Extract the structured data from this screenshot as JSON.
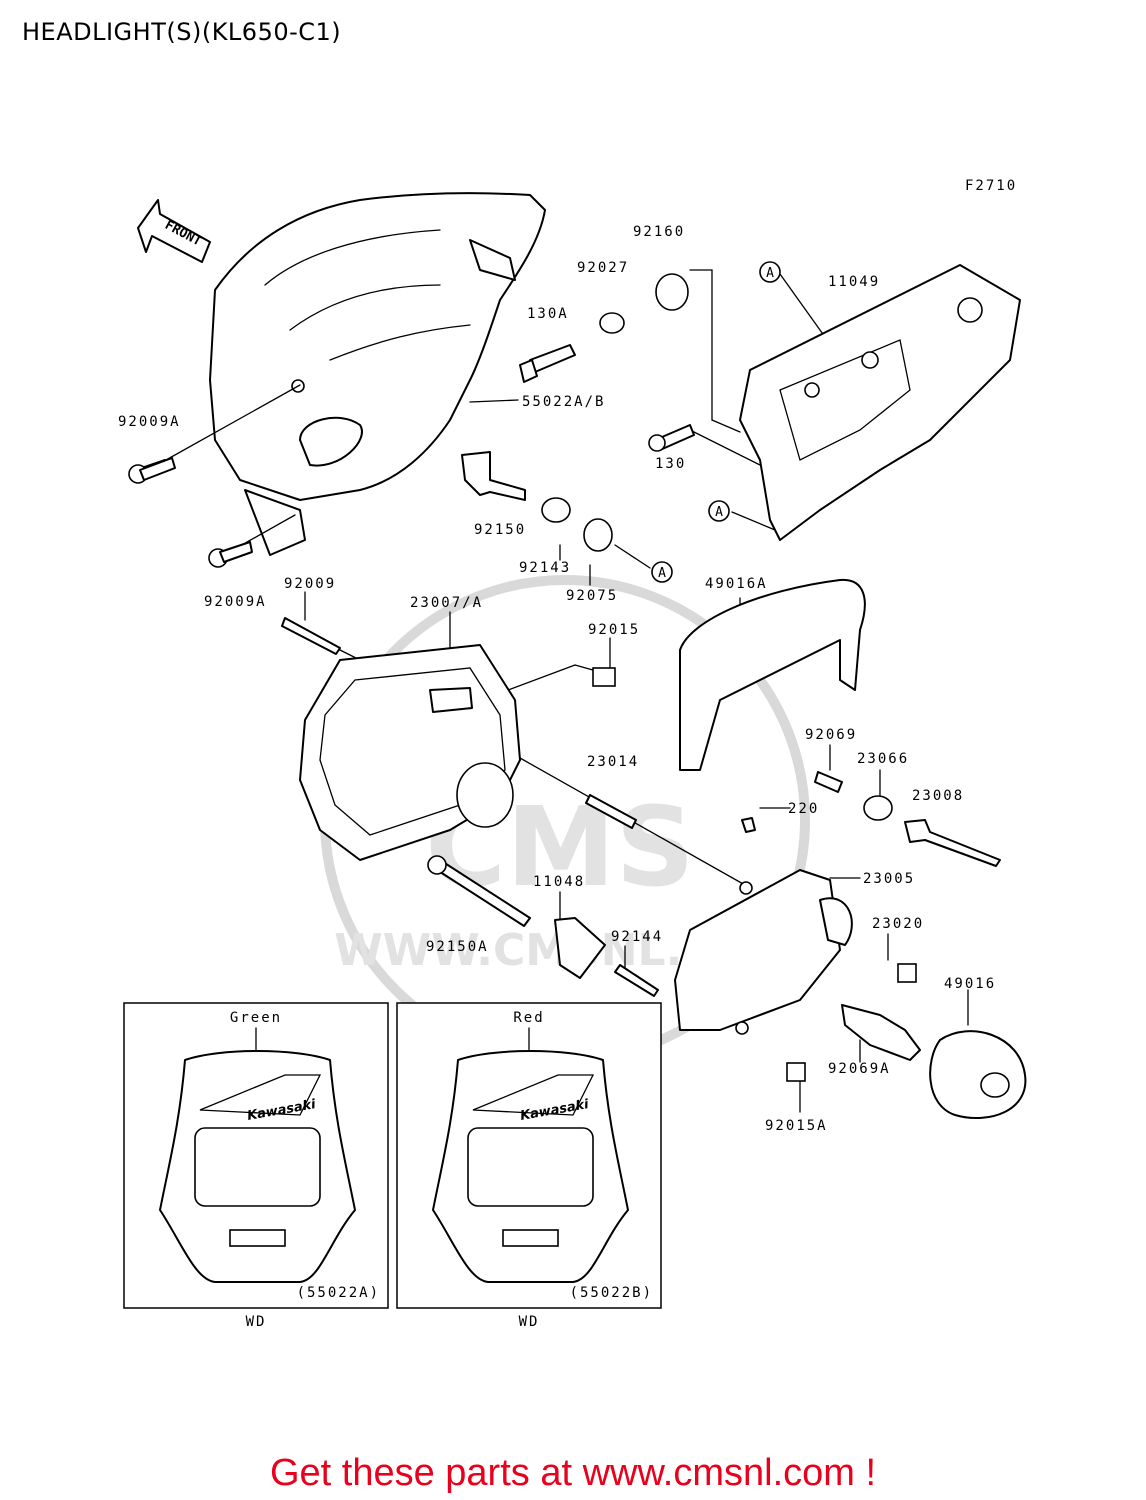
{
  "title": "HEADLIGHT(S)(KL650-C1)",
  "figure_code": "F2710",
  "front_arrow_label": "FRONT",
  "ref_marker": "A",
  "part_labels": {
    "p92160": "92160",
    "p92027": "92027",
    "p11049": "11049",
    "p130A": "130A",
    "p55022AB": "55022A/B",
    "p92009A_top": "92009A",
    "p130": "130",
    "p92150": "92150",
    "p92143": "92143",
    "p92075": "92075",
    "p92009A_bottom": "92009A",
    "p92009": "92009",
    "p23007A": "23007/A",
    "p92015": "92015",
    "p49016A": "49016A",
    "p92069": "92069",
    "p23066": "23066",
    "p23008": "23008",
    "p23014": "23014",
    "p220": "220",
    "p23005": "23005",
    "p11048": "11048",
    "p92150A": "92150A",
    "p92144": "92144",
    "p23020": "23020",
    "p49016": "49016",
    "p92069A": "92069A",
    "p92015A": "92015A"
  },
  "variants": [
    {
      "color": "Green",
      "part": "(55022A)",
      "market": "WD",
      "brand": "Kawasaki"
    },
    {
      "color": "Red",
      "part": "(55022B)",
      "market": "WD",
      "brand": "Kawasaki"
    }
  ],
  "watermark": {
    "brand": "CMS",
    "url": "WWW.CMSNL.COM"
  },
  "footer_cta": "Get these parts at www.cmsnl.com !",
  "colors": {
    "cta": "#e8001c",
    "line": "#000000",
    "watermark": "#d9d9d9"
  }
}
